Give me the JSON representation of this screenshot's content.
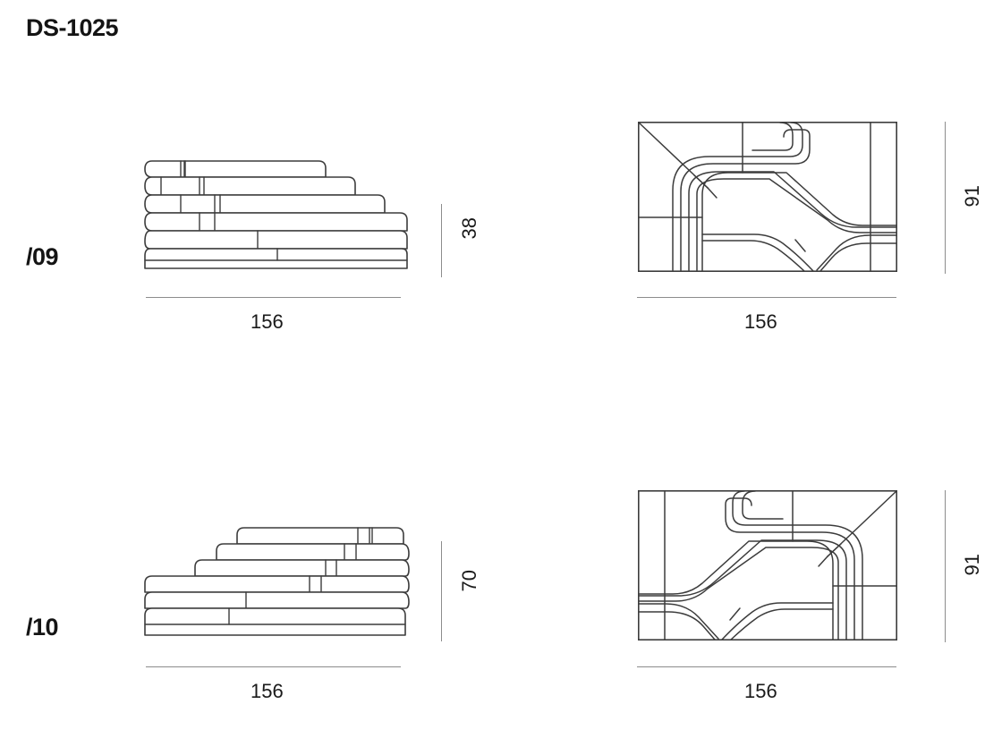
{
  "page": {
    "title": "DS-1025",
    "background_color": "#ffffff",
    "line_color": "#3c3c3c",
    "dim_line_color": "#8c8c8c",
    "text_color": "#1a1a1a"
  },
  "rows": [
    {
      "label": "/09",
      "side_view": {
        "name": "stepped-side-elevation",
        "width_dim": "156",
        "height_dim": "38",
        "step_direction": "descending-right",
        "tier_count": 6
      },
      "plan_view": {
        "name": "curved-seating-plan",
        "width_dim": "156",
        "depth_dim": "91",
        "mirrored": false
      }
    },
    {
      "label": "/10",
      "side_view": {
        "name": "stepped-side-elevation",
        "width_dim": "156",
        "height_dim": "70",
        "step_direction": "ascending-right",
        "tier_count": 7
      },
      "plan_view": {
        "name": "curved-seating-plan",
        "width_dim": "156",
        "depth_dim": "91",
        "mirrored": true
      }
    }
  ]
}
